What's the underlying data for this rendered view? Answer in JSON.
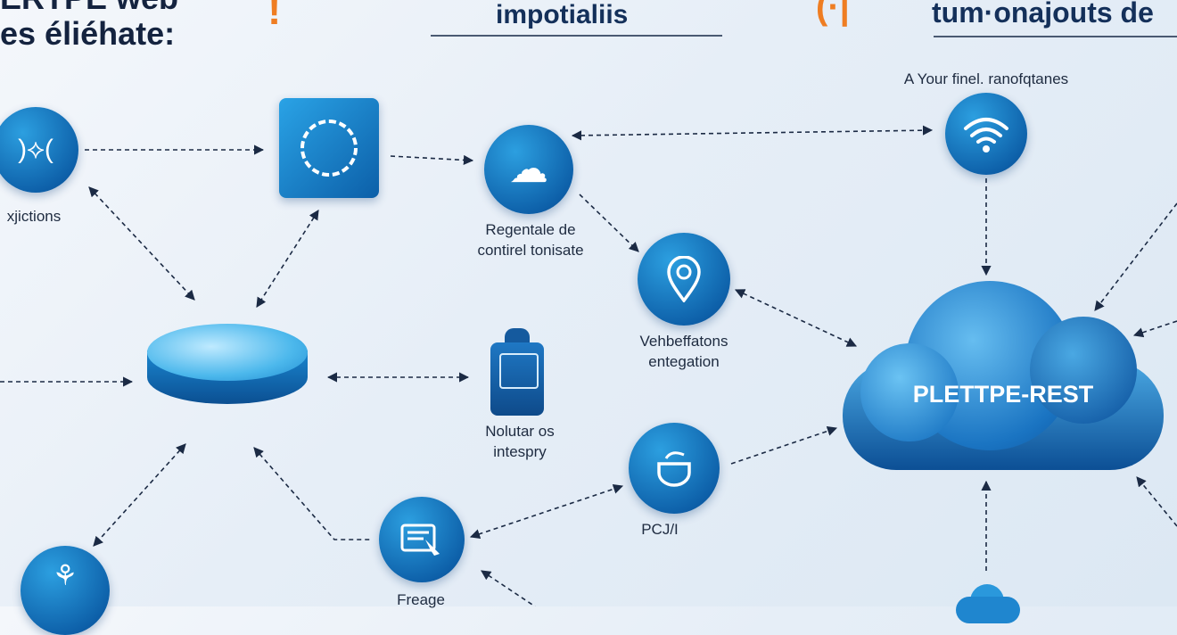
{
  "header": {
    "title_line1": "ERTPE web",
    "title_line2": "es éliéhate:",
    "center_heading": "impotialiis",
    "right_heading": "tum·onajouts de"
  },
  "nodes": {
    "left_top": {
      "label": "xjictions"
    },
    "cloud_node": {
      "label_line1": "Regentale de",
      "label_line2": "contirel tonisate"
    },
    "wifi_node": {
      "label": "A Your finel. ranofqtanes"
    },
    "pin_node": {
      "label_line1": "Vehbeffatons",
      "label_line2": "entegation"
    },
    "robot_node": {
      "label_line1": "Nolutar os",
      "label_line2": "intespry"
    },
    "cup_node": {
      "label": "PCJ/I"
    },
    "screen_node": {
      "label": "Freage"
    },
    "main_cloud": {
      "label": "PLETTPE-REST"
    }
  },
  "colors": {
    "accent": "#0d6fb8",
    "orange": "#ef7d22",
    "text": "#14233f"
  }
}
